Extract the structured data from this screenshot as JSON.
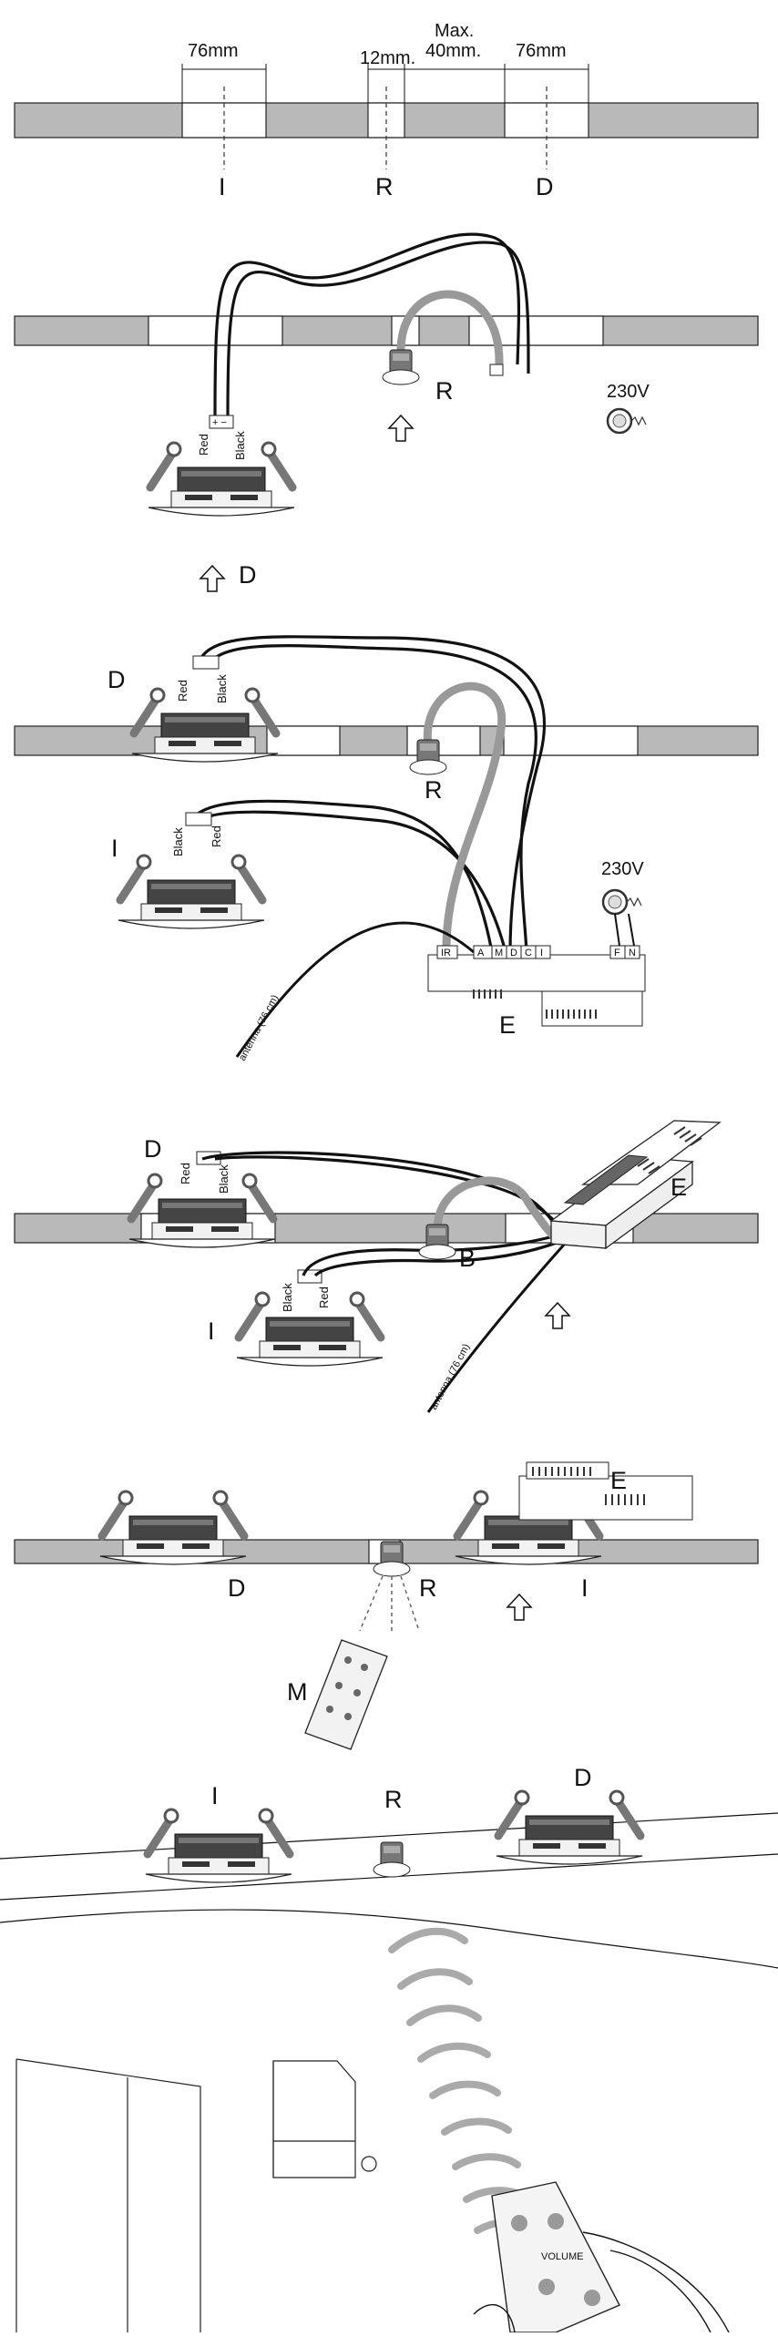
{
  "panel1": {
    "dim_left": "76mm",
    "dim_mid": "12mm.",
    "dim_max_line1": "Max.",
    "dim_max_line2": "40mm.",
    "dim_right": "76mm",
    "label_i": "I",
    "label_r": "R",
    "label_d": "D"
  },
  "panel2": {
    "label_r": "R",
    "label_d": "D",
    "voltage": "230V",
    "wire_red": "Red",
    "wire_black": "Black"
  },
  "panel3": {
    "label_d": "D",
    "label_r": "R",
    "label_i": "I",
    "label_e": "E",
    "voltage": "230V",
    "wire_red": "Red",
    "wire_black": "Black",
    "term_ir": "IR",
    "term_a": "A",
    "term_m": "M",
    "term_d": "D",
    "term_c": "C",
    "term_i": "I",
    "term_f": "F",
    "term_n": "N",
    "antenna": "antenna (76 cm)"
  },
  "panel4": {
    "label_d": "D",
    "label_b": "B",
    "label_i": "I",
    "label_e": "E",
    "wire_red": "Red",
    "wire_black": "Black",
    "antenna": "antenna (76 cm)"
  },
  "panel5": {
    "label_e": "E",
    "label_d": "D",
    "label_r": "R",
    "label_i": "I",
    "label_m": "M"
  },
  "panel6": {
    "label_i": "I",
    "label_r": "R",
    "label_d": "D",
    "remote_volume": "VOLUME"
  }
}
